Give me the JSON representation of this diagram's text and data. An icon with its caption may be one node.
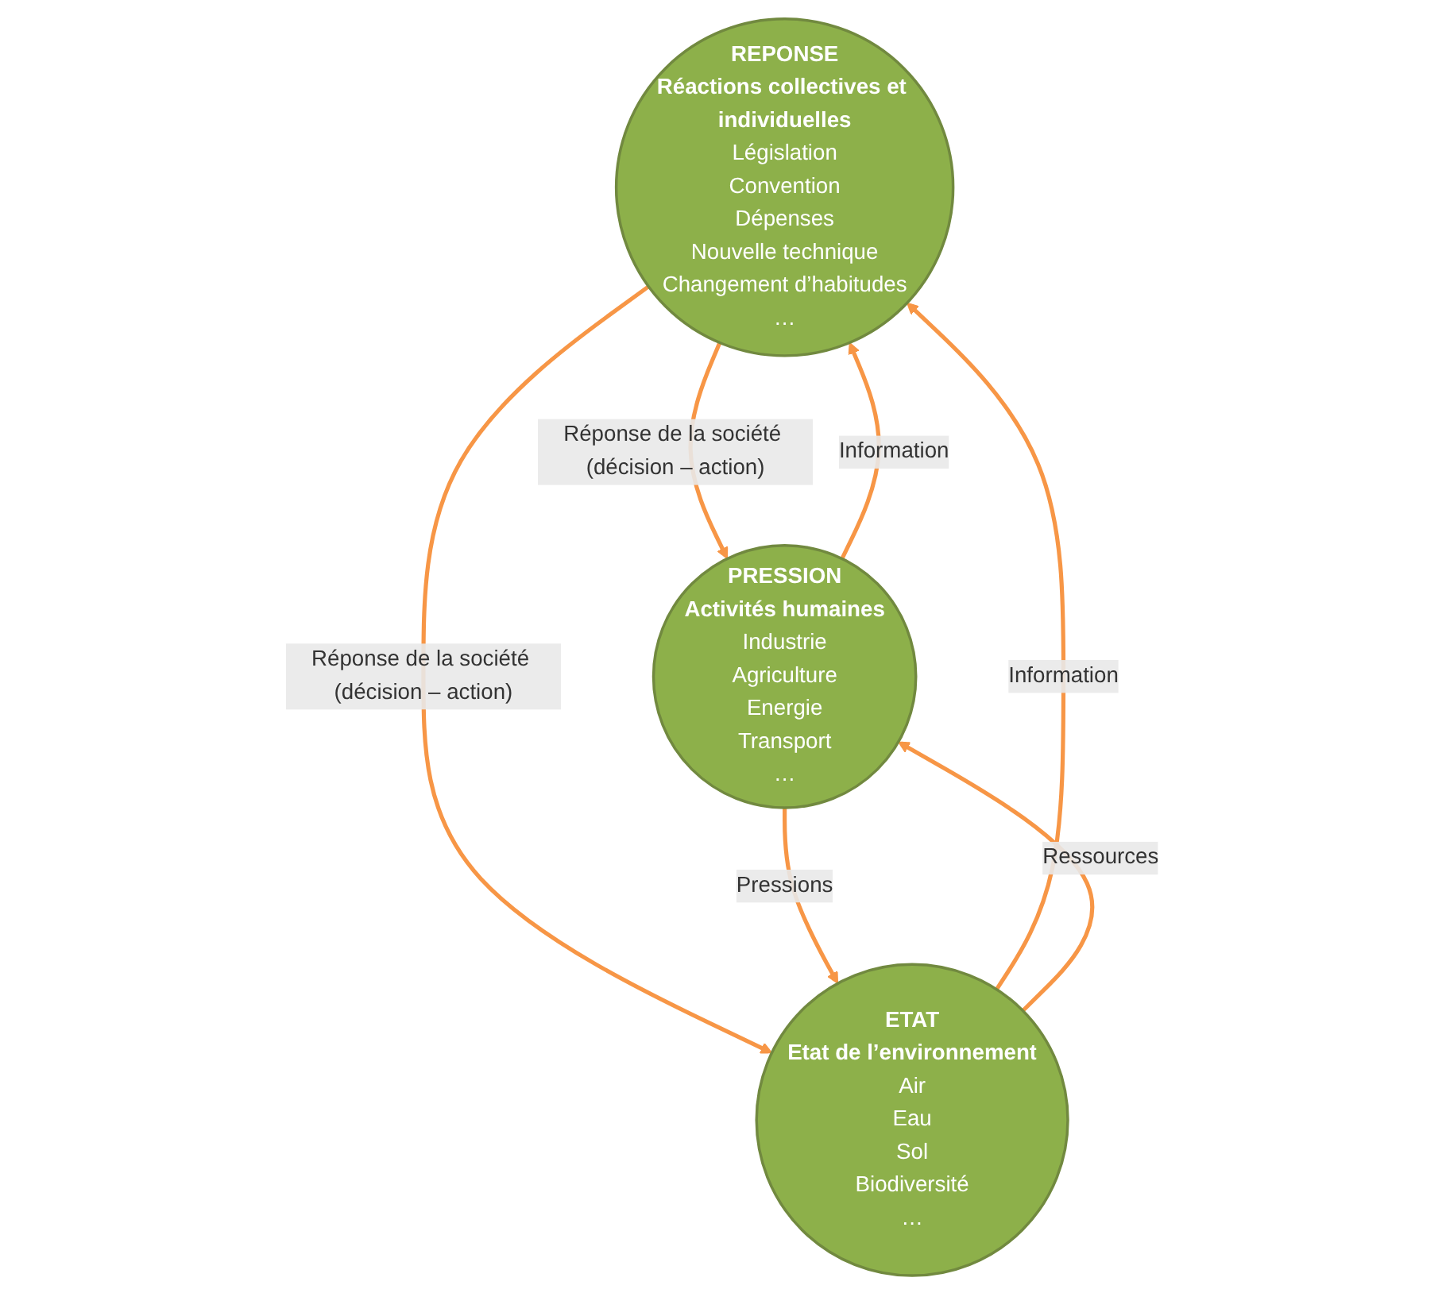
{
  "diagram": {
    "nodes": [
      {
        "text": [
          "REPONSE",
          "Réactions collectives et individuelles",
          "Législation",
          "Convention",
          "Dépenses",
          "Nouvelle technique",
          "Changement d’habitudes",
          "…"
        ]
      },
      {
        "text": [
          "PRESSION",
          "Activités humaines",
          "Industrie",
          "Agriculture",
          "Energie",
          "Transport",
          "…"
        ]
      },
      {
        "text": [
          "ETAT",
          "Etat de l’environnement",
          "Air",
          "Eau",
          "Sol",
          "Biodiversité",
          "…"
        ]
      }
    ],
    "edges": [
      {
        "from": 0,
        "to": 1,
        "arrow": "to",
        "label": "Réponse de la société (décision – action)"
      },
      {
        "from": 1,
        "to": 0,
        "arrow": "to",
        "label": "Information"
      },
      {
        "from": 2,
        "to": 0,
        "arrow": "to",
        "label": "Information"
      },
      {
        "from": 0,
        "to": 2,
        "arrow": "to",
        "label": "Réponse de la société (décision – action)"
      },
      {
        "from": 2,
        "to": 1,
        "arrow": "to",
        "label": "Ressources"
      },
      {
        "from": 1,
        "to": 2,
        "arrow": "to",
        "label": "Pressions"
      }
    ]
  }
}
